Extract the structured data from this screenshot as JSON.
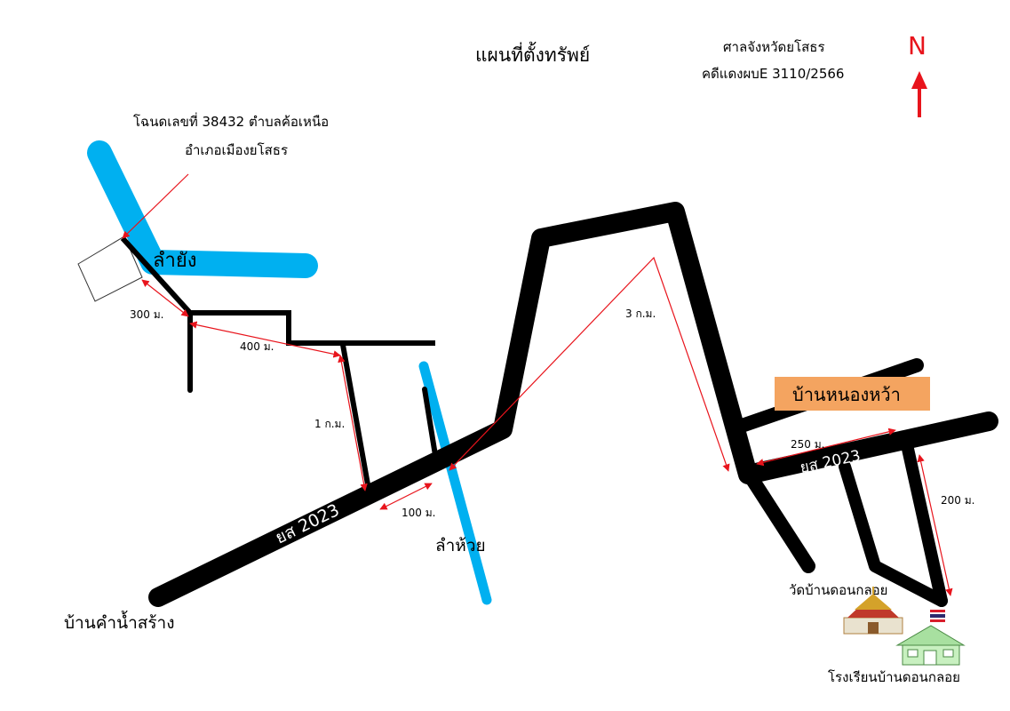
{
  "title": "แผนที่ตั้งทรัพย์",
  "court": "ศาลจังหวัดยโสธร",
  "case_no": "คดีแดงผบE 3110/2566",
  "north": "N",
  "parcel_line1": "โฉนดเลขที่ 38432 ตำบลค้อเหนือ",
  "parcel_line2": "อำเภอเมืองยโสธร",
  "places": {
    "lam_yang": "ลำยัง",
    "lam_huai": "ลำห้วย",
    "ban_kham": "บ้านคำน้ำสร้าง",
    "ban_nong": "บ้านหนองหว้า",
    "wat": "วัดบ้านดอนกลอย",
    "school": "โรงเรียนบ้านดอนกลอย"
  },
  "roads": {
    "road_a": "ยส 2023",
    "road_b": "ยส 2023"
  },
  "distances": {
    "d300": "300 ม.",
    "d400": "400 ม.",
    "d1km": "1 ก.ม.",
    "d100": "100 ม.",
    "d3km": "3 ก.ม.",
    "d250": "250 ม.",
    "d200": "200 ม."
  },
  "colors": {
    "water": "#00b0f0",
    "road": "#000000",
    "arrow": "#e8141c",
    "village_box": "#f4a460"
  }
}
